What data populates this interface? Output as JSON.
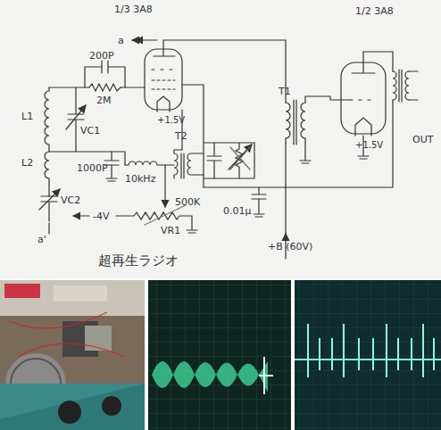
{
  "diagram": {
    "labels": [
      "1/3 3A8",
      "a",
      "200P",
      "2M",
      "L1",
      "VC1",
      "L2",
      "VC2",
      "a'",
      "+1.5V",
      "T2",
      "1000P",
      "10kHz",
      "500K",
      "-4V",
      "VR1",
      "0.01μ",
      "+B (60V)",
      "T1",
      "1/2 3A8",
      "+1.5V",
      "OUT",
      "超再生ラジオ"
    ]
  }
}
